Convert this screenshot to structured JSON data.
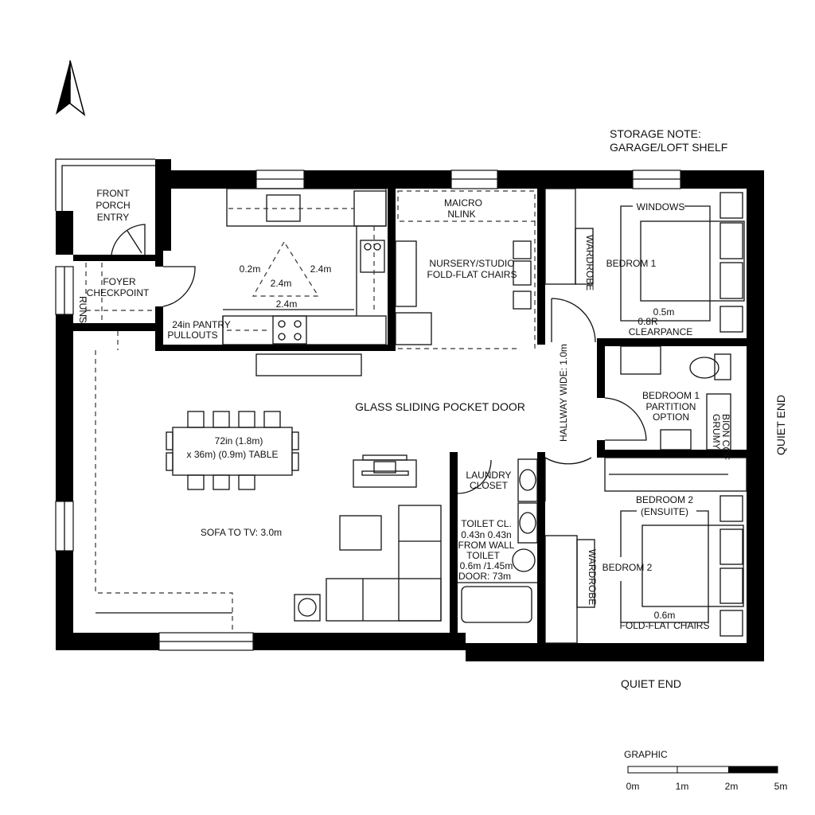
{
  "notes": {
    "storage_line1": "STORAGE NOTE:",
    "storage_line2": "GARAGE/LOFT SHELF",
    "quiet_end_side": "QUIET END",
    "quiet_end_bottom": "QUIET END"
  },
  "compass": {
    "icon": "north-arrow-icon"
  },
  "rooms": {
    "porch": [
      "FRONT",
      "PORCH",
      "ENTRY"
    ],
    "foyer": [
      "FOYER",
      "CHECKPOINT"
    ],
    "foyer_side": "RUNS",
    "pantry": [
      "24in PANTRY",
      "PULLOUTS"
    ],
    "kitchen_dims": {
      "left": "0.2m",
      "right": "2.4m",
      "inner": "2.4m",
      "bottom": "2.4m"
    },
    "micro": [
      "MAICRO",
      "NLINK"
    ],
    "nursery": [
      "NURSERY/STUDIO",
      "FOLD-FLAT CHAIRS"
    ],
    "bedroom1": {
      "label": "BEDROM 1",
      "windows": "WINDOWS",
      "dim": "0.5m",
      "dim2": "0.8R",
      "clearance": "CLEARPANCE",
      "wardrobe": "WARDROBE"
    },
    "bedroom1_bath": [
      "BEDROOM 1",
      "PARTITION",
      "OPTION"
    ],
    "bedroom1_bath_side": [
      "GRUMY",
      "BION COF"
    ],
    "hallway": "HALLWAY WIDE: 1.0m",
    "glass_door": "GLASS SLIDING POCKET DOOR",
    "table": [
      "72in (1.8m)",
      "x 36m) (0.9m) TABLE"
    ],
    "sofa": "SOFA TO TV: 3.0m",
    "laundry": [
      "LAUNDRY",
      "CLOSET"
    ],
    "toilet": [
      "TOILET CL.",
      "0.43n 0.43n",
      "FROM WALL",
      "TOILET",
      "0.6m /1.45m",
      "DOOR: 73m"
    ],
    "bedroom2_title": [
      "BEDROOM 2",
      "(ENSUITE)"
    ],
    "bedroom2": {
      "label": "BEDROM 2",
      "dim": "0.6m",
      "note": "FOLD-FLAT CHAIRS",
      "wardrobe": "WARDROBE"
    }
  },
  "scale": {
    "title": "GRAPHIC",
    "ticks": [
      "0m",
      "1m",
      "2m",
      "5m"
    ]
  }
}
